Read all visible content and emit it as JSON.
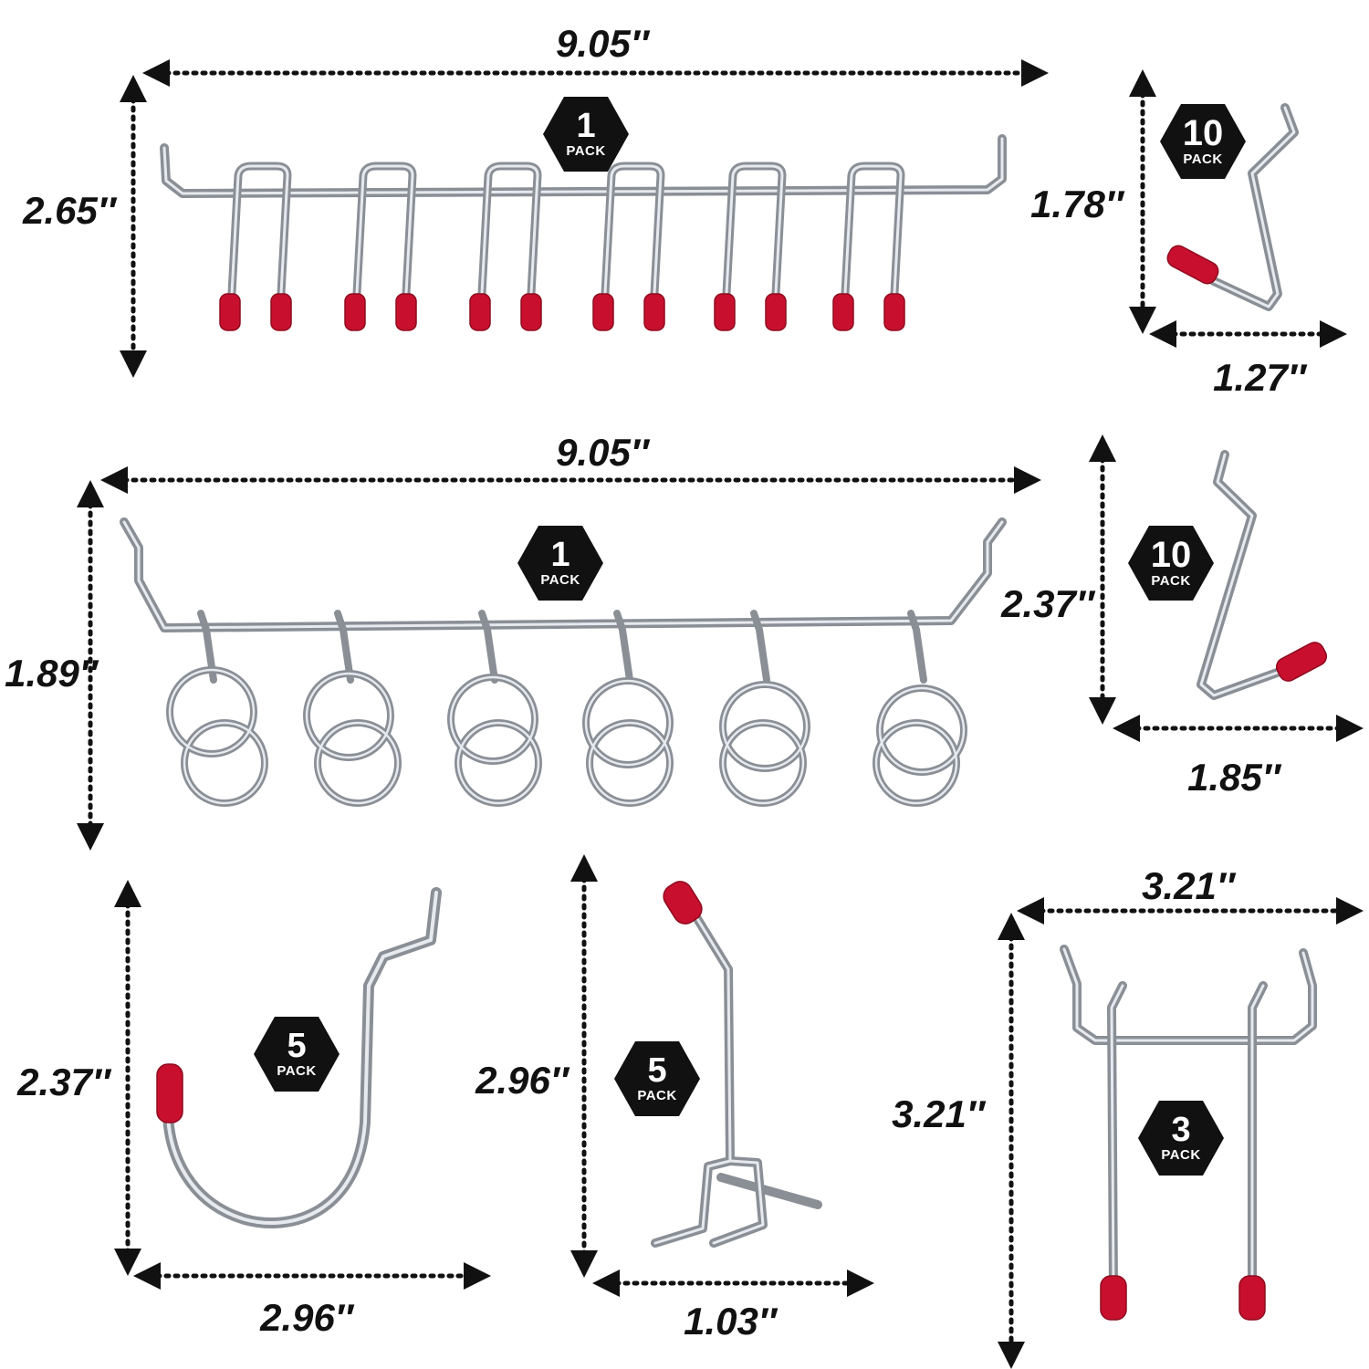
{
  "colors": {
    "wire": "#a7acb2",
    "tip": "#c8102e",
    "badge": "#111111",
    "text": "#111111"
  },
  "items": [
    {
      "name": "tip-hook-rack",
      "pack_count": "1",
      "pack_label": "PACK",
      "width": "9.05″",
      "height": "2.65″"
    },
    {
      "name": "single-hook-small",
      "pack_count": "10",
      "pack_label": "PACK",
      "height": "1.78″",
      "width": "1.27″"
    },
    {
      "name": "loop-hook-rack",
      "pack_count": "1",
      "pack_label": "PACK",
      "width": "9.05″",
      "height": "1.89″"
    },
    {
      "name": "single-hook-angled",
      "pack_count": "10",
      "pack_label": "PACK",
      "height": "2.37″",
      "width": "1.85″"
    },
    {
      "name": "j-hook",
      "pack_count": "5",
      "pack_label": "PACK",
      "height": "2.37″",
      "width": "2.96″"
    },
    {
      "name": "stand-hook",
      "pack_count": "5",
      "pack_label": "PACK",
      "height": "2.96″",
      "width": "1.03″"
    },
    {
      "name": "double-prong-hook",
      "pack_count": "3",
      "pack_label": "PACK",
      "width": "3.21″",
      "height": "3.21″"
    }
  ]
}
